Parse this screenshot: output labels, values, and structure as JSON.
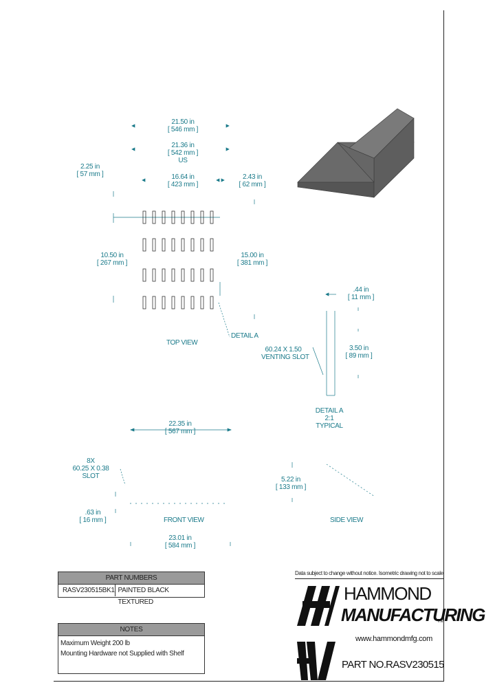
{
  "top_view": {
    "dims": {
      "overall_w": [
        "21.50 in",
        "[ 546 mm ]"
      ],
      "inner_w": [
        "21.36 in",
        "[ 542 mm ]"
      ],
      "ref": "US",
      "slot_span": [
        "16.64 in",
        "[ 423 mm ]"
      ],
      "left_off": [
        "2.25 in",
        "[ 57 mm ]"
      ],
      "right_off": [
        "2.43 in",
        "[ 62 mm ]"
      ],
      "depth_left": [
        "10.50 in",
        "[ 267 mm ]"
      ],
      "depth_right": [
        "15.00 in",
        "[ 381 mm ]"
      ]
    },
    "detail_ref": "DETAIL A",
    "label": "TOP VIEW"
  },
  "detail_a": {
    "slot": [
      "60.24 X 1.50",
      "VENTING SLOT"
    ],
    "width": [
      ".44 in",
      "[ 11 mm ]"
    ],
    "length": [
      "3.50 in",
      "[ 89 mm ]"
    ],
    "label": [
      "DETAIL A",
      "2:1",
      "TYPICAL"
    ]
  },
  "front_view": {
    "width": [
      "22.35 in",
      "[ 567 mm ]"
    ],
    "slots": [
      "8X",
      "60.25 X 0.38",
      "SLOT"
    ],
    "height": [
      ".63 in",
      "[ 16 mm ]"
    ],
    "overall": [
      "23.01 in",
      "[ 584 mm ]"
    ],
    "label": "FRONT VIEW"
  },
  "side_view": {
    "height": [
      "5.22 in",
      "[ 133 mm ]"
    ],
    "label": "SIDE VIEW"
  },
  "part_numbers": {
    "title": "PART NUMBERS",
    "code": "RASV230515BK1",
    "desc": "PAINTED BLACK TEXTURED"
  },
  "notes": {
    "title": "NOTES",
    "lines": [
      "Maximum Weight 200 lb",
      "Mounting Hardware not Supplied with Shelf"
    ]
  },
  "title_block": {
    "disclaimer": "Data subject to change without notice. Isometric drawing not to scale",
    "company_1": "HAMMOND",
    "company_2": "MANUFACTURING",
    "tm": "TM",
    "website": "www.hammondmfg.com",
    "part_label": "PART NO.",
    "part_value": "RASV230515"
  }
}
